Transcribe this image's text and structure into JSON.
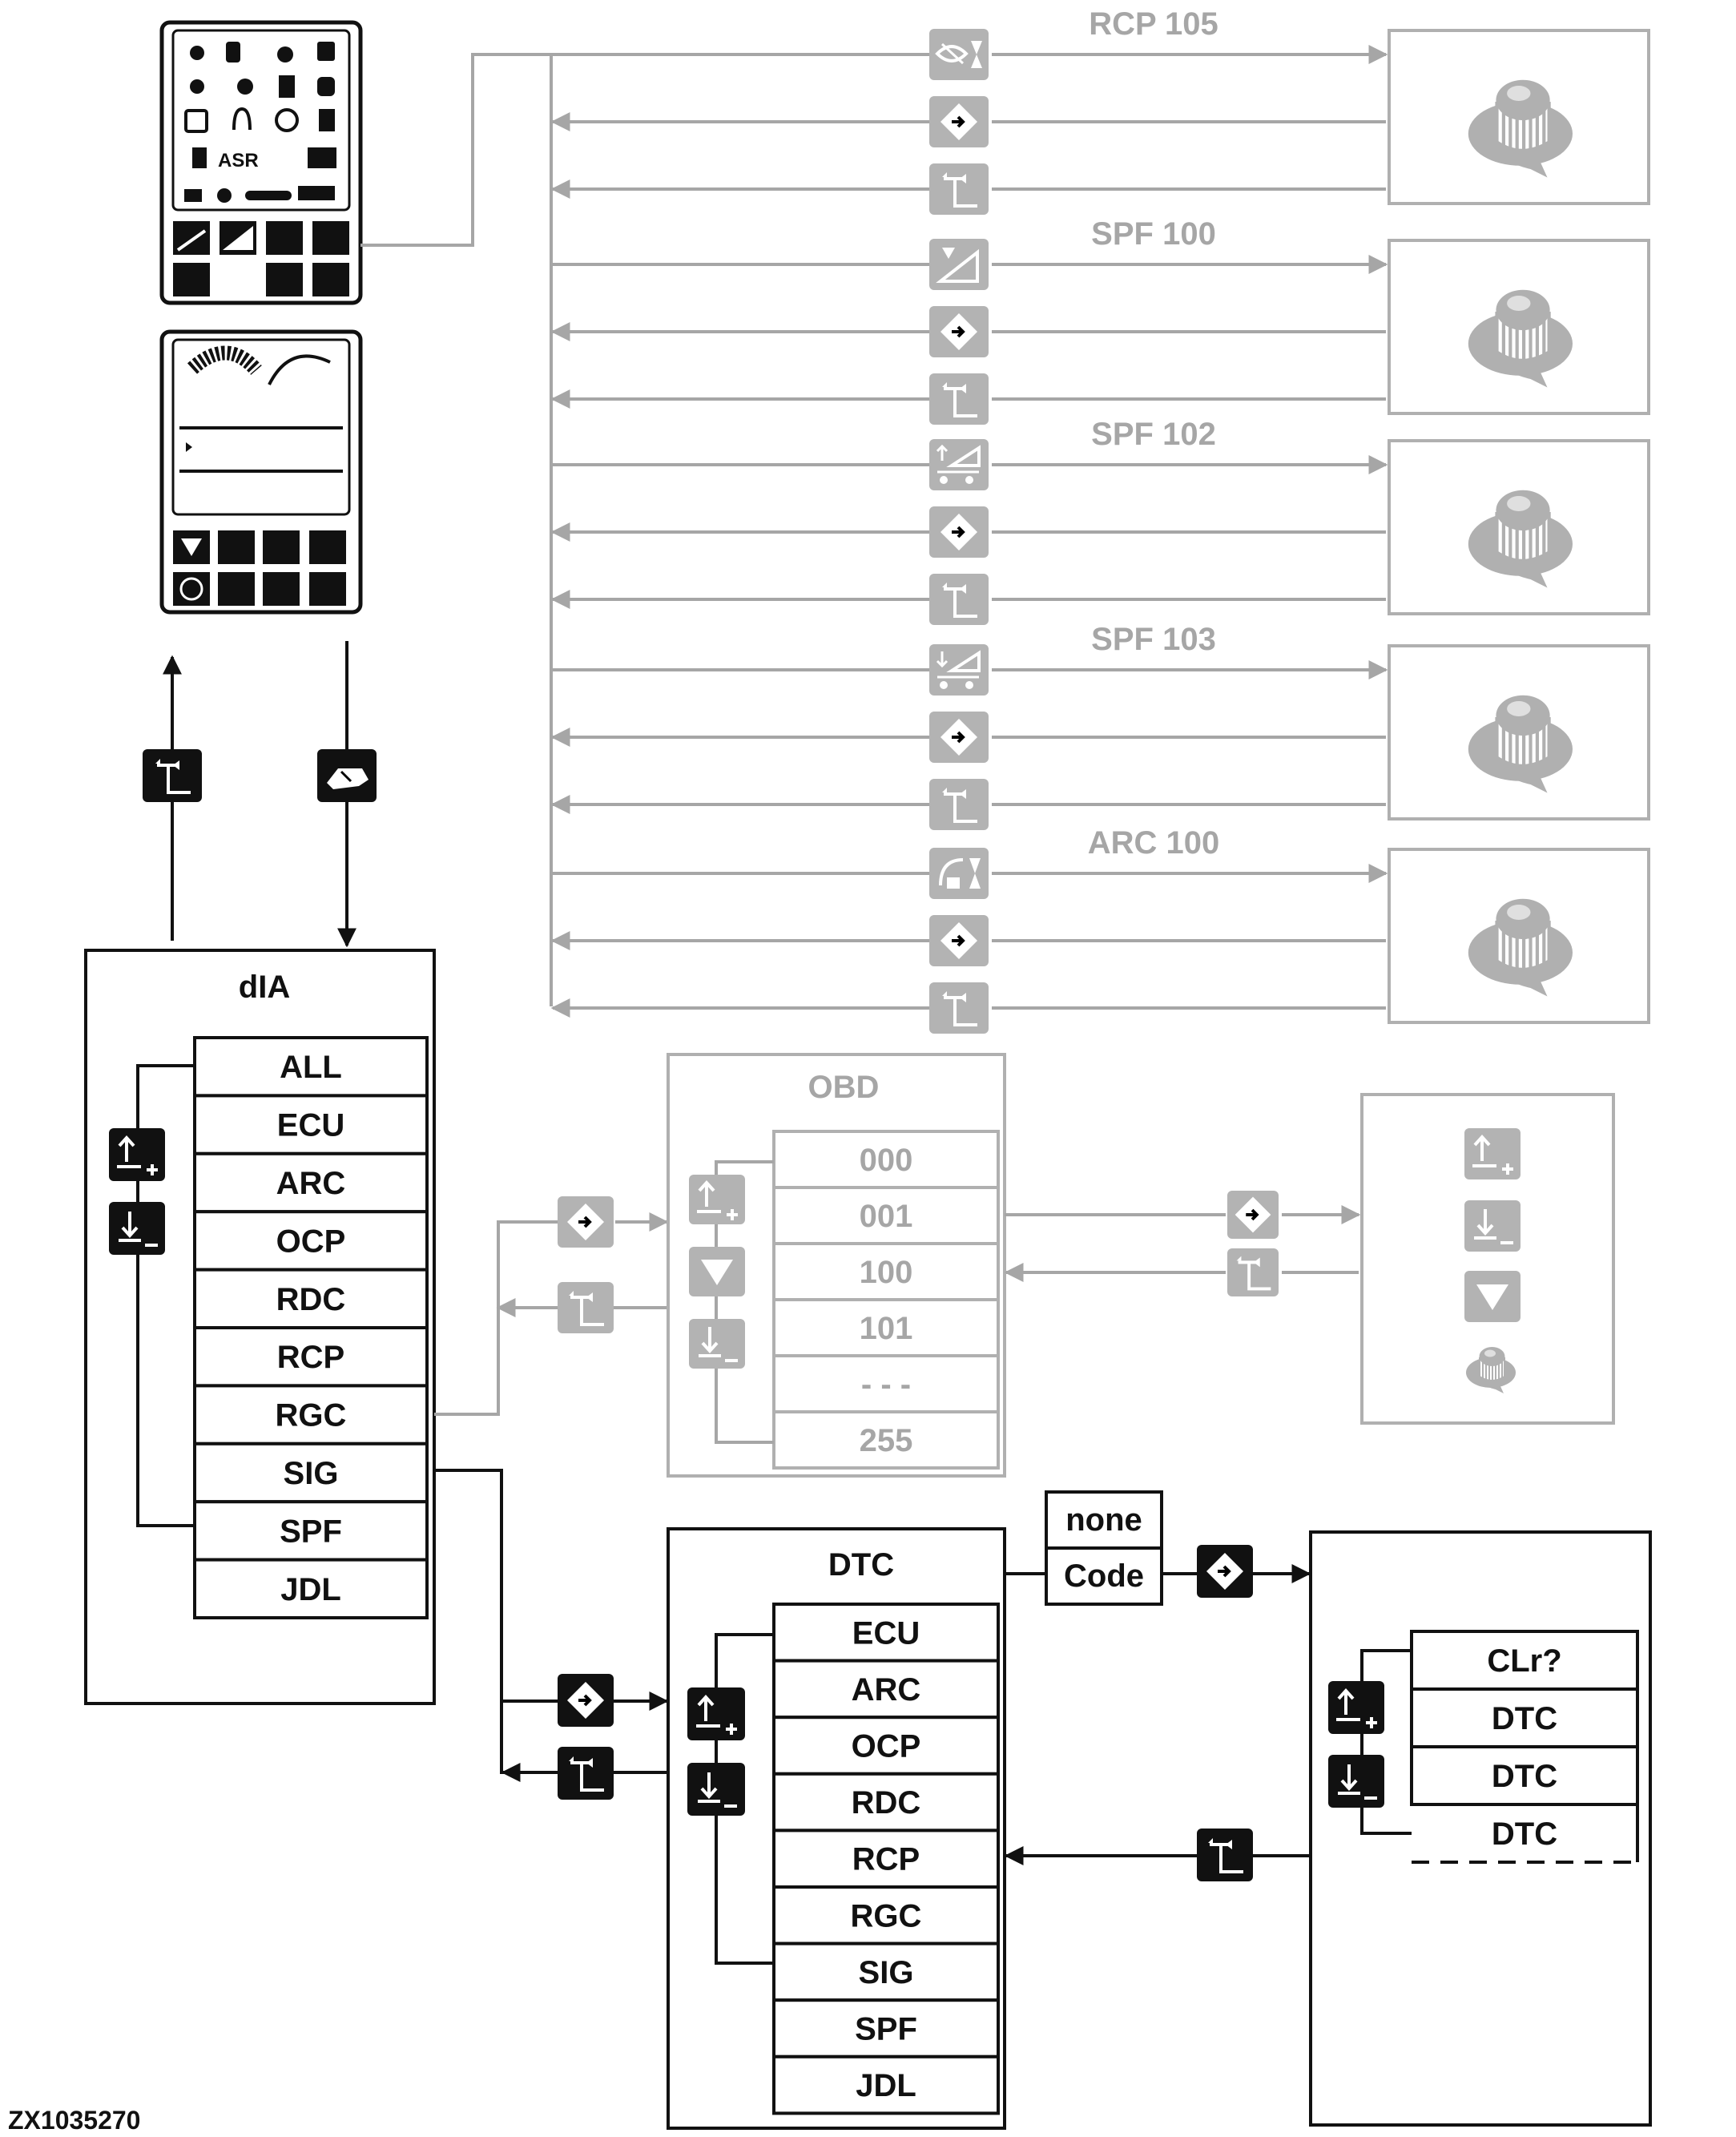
{
  "figure_id": "ZX1035270",
  "dia_menu": {
    "title": "dIA",
    "items": [
      "ALL",
      "ECU",
      "ARC",
      "OCP",
      "RDC",
      "RCP",
      "RGC",
      "SIG",
      "SPF",
      "JDL"
    ]
  },
  "addresses": [
    {
      "label": "RCP 105"
    },
    {
      "label": "SPF 100"
    },
    {
      "label": "SPF 102"
    },
    {
      "label": "SPF 103"
    },
    {
      "label": "ARC 100"
    }
  ],
  "obd_menu": {
    "title": "OBD",
    "items": [
      "000",
      "001",
      "100",
      "101",
      "- - -",
      "255"
    ]
  },
  "dtc_menu": {
    "title": "DTC",
    "items": [
      "ECU",
      "ARC",
      "OCP",
      "RDC",
      "RCP",
      "RGC",
      "SIG",
      "SPF",
      "JDL"
    ]
  },
  "dtc_result": {
    "options": [
      "none",
      "Code"
    ]
  },
  "dtc_detail": {
    "items": [
      "CLr?",
      "DTC",
      "DTC",
      "DTC"
    ]
  },
  "icons": {
    "enter_key": "enter-diamond-icon",
    "back_key": "return-arrow-icon",
    "up_key": "up-plus-icon",
    "down_key": "down-minus-icon",
    "select_key": "triangle-down-icon",
    "dial": "rotary-knob-icon"
  },
  "colors": {
    "active": "#111111",
    "inactive": "#a6a6a6"
  }
}
